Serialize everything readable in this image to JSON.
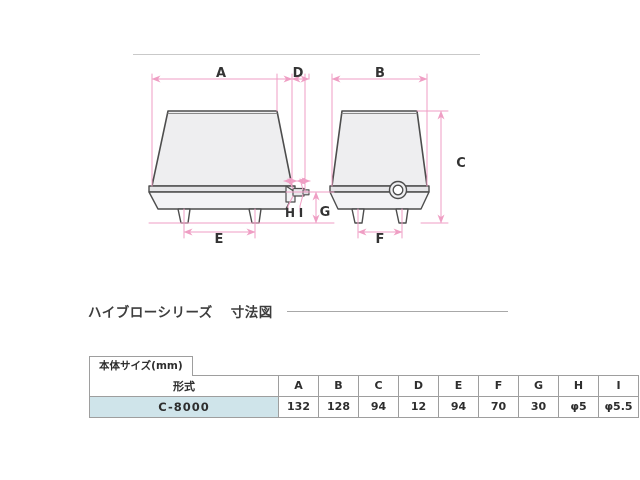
{
  "page": {
    "background_color": "#ffffff"
  },
  "heading": {
    "title": "ハイブローシリーズ",
    "subtitle": "寸法図"
  },
  "drawing": {
    "line_color": "#4d4d4d",
    "fill_color": "#eeeef0",
    "dimension_color": "#f0a8c8",
    "label_color": "#333333",
    "views": [
      {
        "name": "front-view",
        "labels": [
          {
            "id": "A",
            "text": "A",
            "meaning": "overall-width"
          },
          {
            "id": "D",
            "text": "D",
            "meaning": "nozzle-offset"
          },
          {
            "id": "E",
            "text": "E",
            "meaning": "foot-pitch"
          },
          {
            "id": "G",
            "text": "G",
            "meaning": "foot-height"
          },
          {
            "id": "H",
            "text": "H",
            "meaning": "nozzle-inner-dia"
          },
          {
            "id": "I",
            "text": "I",
            "meaning": "nozzle-outer-dia"
          }
        ]
      },
      {
        "name": "side-view",
        "labels": [
          {
            "id": "B",
            "text": "B",
            "meaning": "overall-depth"
          },
          {
            "id": "C",
            "text": "C",
            "meaning": "overall-height"
          },
          {
            "id": "F",
            "text": "F",
            "meaning": "foot-pitch-side"
          },
          {
            "id": "G",
            "text": "G",
            "meaning": "foot-height"
          }
        ]
      }
    ]
  },
  "table": {
    "tab_label": "本体サイズ(mm)",
    "model_header": "形式",
    "dimension_headers": [
      "A",
      "B",
      "C",
      "D",
      "E",
      "F",
      "G",
      "H",
      "I"
    ],
    "rows": [
      {
        "model": "C-8000",
        "values": [
          "132",
          "128",
          "94",
          "12",
          "94",
          "70",
          "30",
          "φ5",
          "φ5.5"
        ]
      }
    ],
    "highlight_color": "#cfe4ea"
  }
}
